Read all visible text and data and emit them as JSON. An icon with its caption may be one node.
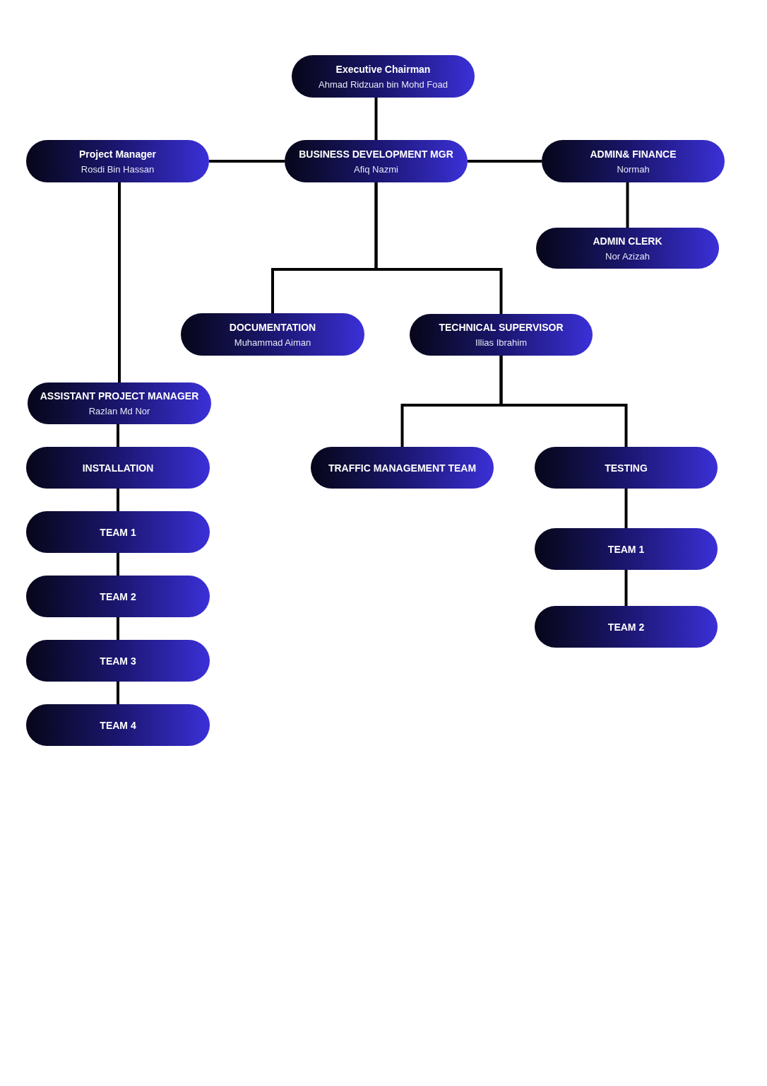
{
  "diagram": {
    "nodes": [
      {
        "text": [
          "Executive Chairman",
          "Ahmad Ridzuan bin Mohd Foad"
        ]
      },
      {
        "text": [
          "Project Manager",
          "Rosdi Bin Hassan"
        ]
      },
      {
        "text": [
          "BUSINESS DEVELOPMENT MGR",
          "Afiq Nazmi"
        ]
      },
      {
        "text": [
          "ADMIN& FINANCE",
          "Normah"
        ]
      },
      {
        "text": [
          "ADMIN CLERK",
          "Nor Azizah"
        ]
      },
      {
        "text": [
          "DOCUMENTATION",
          "Muhammad Aiman"
        ]
      },
      {
        "text": [
          "TECHNICAL SUPERVISOR",
          "Illias Ibrahim"
        ]
      },
      {
        "text": [
          "ASSISTANT PROJECT MANAGER",
          "Razlan Md Nor"
        ]
      },
      {
        "text": [
          "INSTALLATION"
        ]
      },
      {
        "text": [
          "TEAM 1"
        ]
      },
      {
        "text": [
          "TEAM 2"
        ]
      },
      {
        "text": [
          "TEAM 3"
        ]
      },
      {
        "text": [
          "TEAM 4"
        ]
      },
      {
        "text": [
          "TRAFFIC MANAGEMENT TEAM"
        ]
      },
      {
        "text": [
          "TESTING"
        ]
      },
      {
        "text": [
          "TEAM 1"
        ]
      },
      {
        "text": [
          "TEAM 2"
        ]
      }
    ],
    "edges": [
      {
        "from": 0,
        "to": 2,
        "arrow": "none"
      },
      {
        "from": 2,
        "to": 1,
        "arrow": "none"
      },
      {
        "from": 2,
        "to": 3,
        "arrow": "none"
      },
      {
        "from": 3,
        "to": 4,
        "arrow": "none"
      },
      {
        "from": 2,
        "to": 5,
        "arrow": "none"
      },
      {
        "from": 2,
        "to": 6,
        "arrow": "none"
      },
      {
        "from": 1,
        "to": 7,
        "arrow": "none"
      },
      {
        "from": 7,
        "to": 8,
        "arrow": "none"
      },
      {
        "from": 8,
        "to": 9,
        "arrow": "none"
      },
      {
        "from": 9,
        "to": 10,
        "arrow": "none"
      },
      {
        "from": 10,
        "to": 11,
        "arrow": "none"
      },
      {
        "from": 11,
        "to": 12,
        "arrow": "none"
      },
      {
        "from": 6,
        "to": 13,
        "arrow": "none"
      },
      {
        "from": 6,
        "to": 14,
        "arrow": "none"
      },
      {
        "from": 14,
        "to": 15,
        "arrow": "none"
      },
      {
        "from": 15,
        "to": 16,
        "arrow": "none"
      }
    ]
  }
}
